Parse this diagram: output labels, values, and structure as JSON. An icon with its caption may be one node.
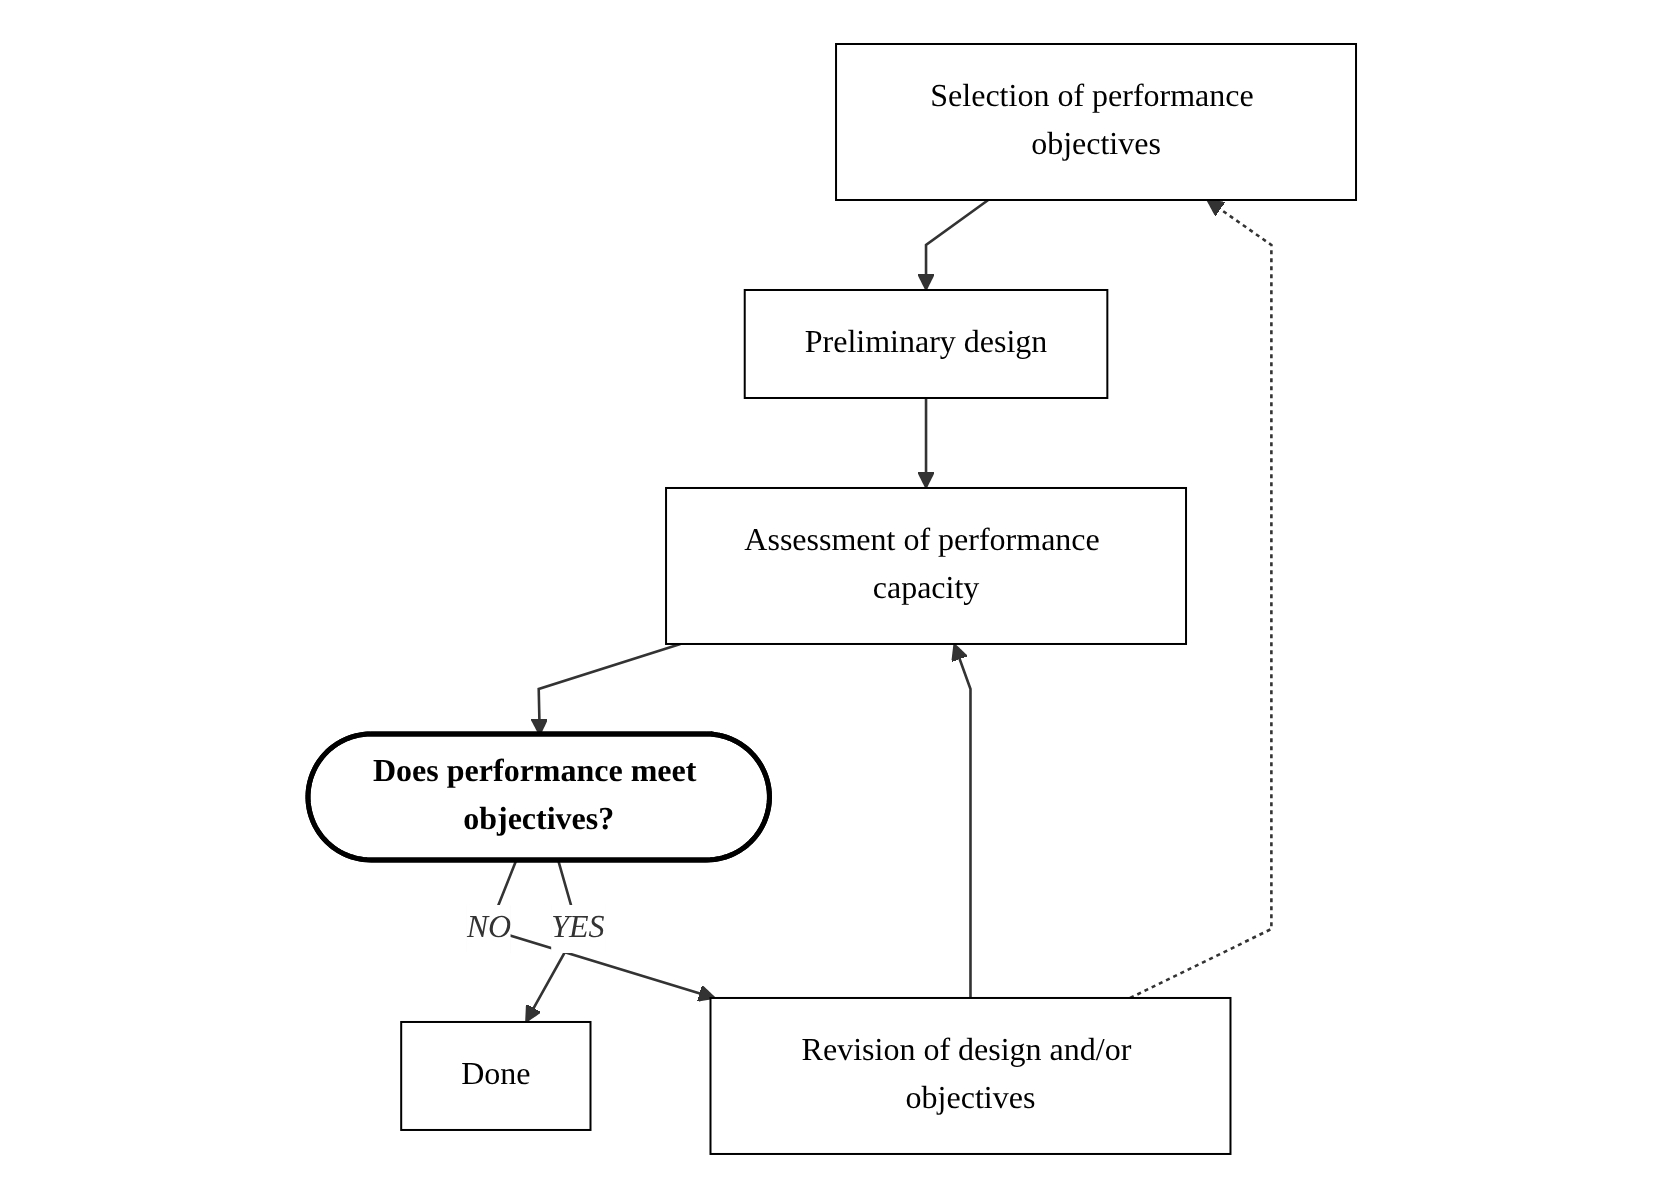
{
  "diagram": {
    "nodes": [
      {
        "text": [
          "Selection of performance objectives"
        ]
      },
      {
        "text": [
          "Preliminary design"
        ]
      },
      {
        "text": [
          "Assessment of performance capacity"
        ]
      },
      {
        "text": [
          "Does performance meet objectives?"
        ]
      },
      {
        "text": [
          "Revision of design and/or objectives"
        ]
      },
      {
        "text": [
          "Done"
        ]
      }
    ],
    "edges": [
      {
        "from": 0,
        "to": 1,
        "arrow": "to"
      },
      {
        "from": 1,
        "to": 2,
        "arrow": "to"
      },
      {
        "from": 2,
        "to": 3,
        "arrow": "to"
      },
      {
        "from": 3,
        "to": 4,
        "arrow": "to",
        "label": "NO"
      },
      {
        "from": 3,
        "to": 5,
        "arrow": "to",
        "label": "YES"
      },
      {
        "from": 4,
        "to": 2,
        "arrow": "to"
      },
      {
        "from": 4,
        "to": 0,
        "arrow": "to",
        "style": "dashed"
      }
    ]
  }
}
